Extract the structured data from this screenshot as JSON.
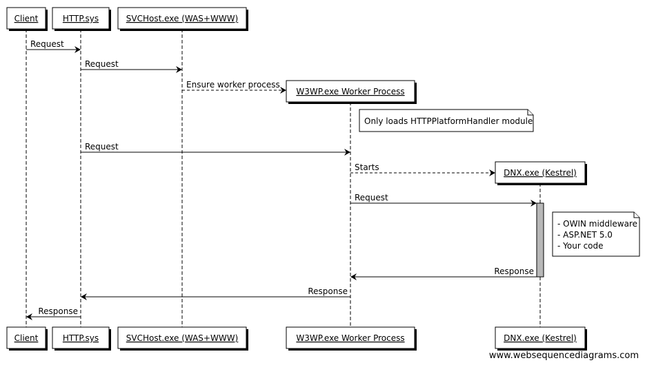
{
  "diagram": {
    "type": "sequence",
    "participants": [
      {
        "id": "client",
        "label": "Client"
      },
      {
        "id": "httpsys",
        "label": "HTTP.sys"
      },
      {
        "id": "svchost",
        "label": "SVCHost.exe (WAS+WWW)"
      },
      {
        "id": "w3wp",
        "label": "W3WP.exe Worker Process"
      },
      {
        "id": "dnx",
        "label": "DNX.exe (Kestrel)"
      }
    ],
    "messages": [
      {
        "from": "client",
        "to": "httpsys",
        "label": "Request",
        "style": "solid"
      },
      {
        "from": "httpsys",
        "to": "svchost",
        "label": "Request",
        "style": "solid"
      },
      {
        "from": "svchost",
        "to": "w3wp",
        "label": "Ensure worker process",
        "style": "dashed",
        "creates": true
      },
      {
        "from": "httpsys",
        "to": "w3wp",
        "label": "Request",
        "style": "solid"
      },
      {
        "from": "w3wp",
        "to": "dnx",
        "label": "Starts",
        "style": "dashed",
        "creates": true
      },
      {
        "from": "w3wp",
        "to": "dnx",
        "label": "Request",
        "style": "solid"
      },
      {
        "from": "dnx",
        "to": "w3wp",
        "label": "Response",
        "style": "solid"
      },
      {
        "from": "w3wp",
        "to": "httpsys",
        "label": "Response",
        "style": "solid"
      },
      {
        "from": "httpsys",
        "to": "client",
        "label": "Response",
        "style": "solid"
      }
    ],
    "notes": [
      {
        "over": "w3wp",
        "lines": [
          "Only loads HTTPPlatformHandler module"
        ]
      },
      {
        "over": "dnx",
        "lines": [
          "- OWIN middleware",
          "- ASP.NET 5.0",
          "- Your code"
        ]
      }
    ],
    "activations": [
      {
        "participant": "dnx",
        "from_message": 5,
        "to_message": 6
      }
    ],
    "watermark": "www.websequencediagrams.com"
  }
}
